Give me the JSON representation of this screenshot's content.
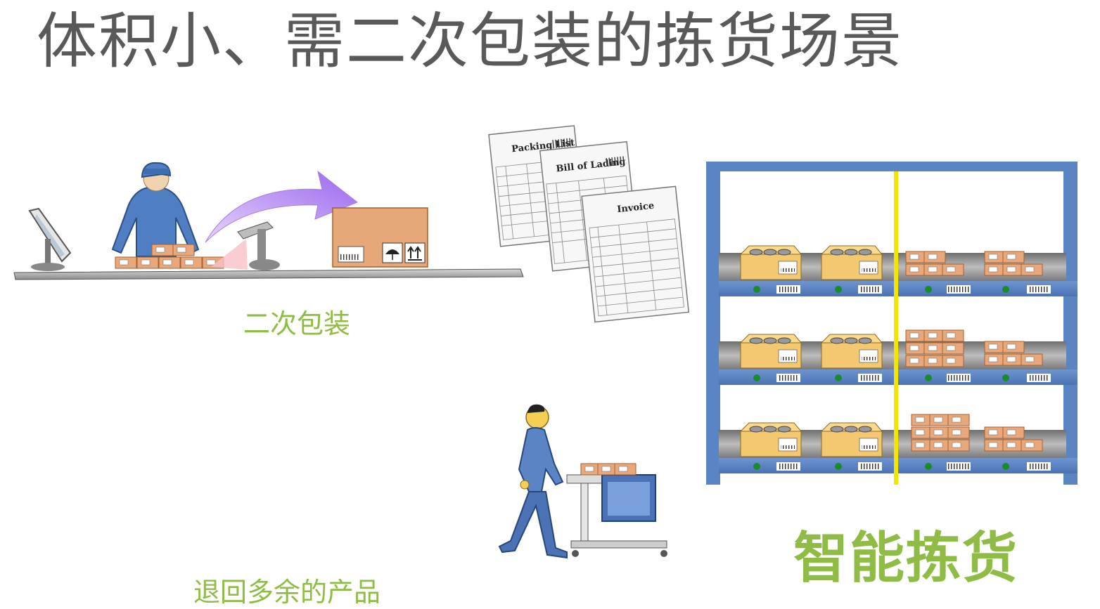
{
  "title": "体积小、需二次包装的拣货场景",
  "captions": {
    "secondary_packing": "二次包装",
    "return_extra": "退回多余的产品",
    "smart_picking": "智能拣货"
  },
  "documents": {
    "packing_list": "Packing List",
    "bill_of_lading": "Bill of Lading",
    "invoice": "Invoice"
  },
  "colors": {
    "title_text": "#595959",
    "caption_green": "#8fbc45",
    "shelf_blue": "#5b84c4",
    "arrow_purple": "#b07ee8",
    "divider_yellow": "#f2e600",
    "box_orange": "#e8a87c",
    "bin_yellow": "#f4c870",
    "indicator_green": "#1a8a2a"
  },
  "icons": [
    "monitor-icon",
    "barcode-scanner-icon",
    "worker-figure",
    "umbrella-icon",
    "this-side-up-icon",
    "cart-icon"
  ]
}
